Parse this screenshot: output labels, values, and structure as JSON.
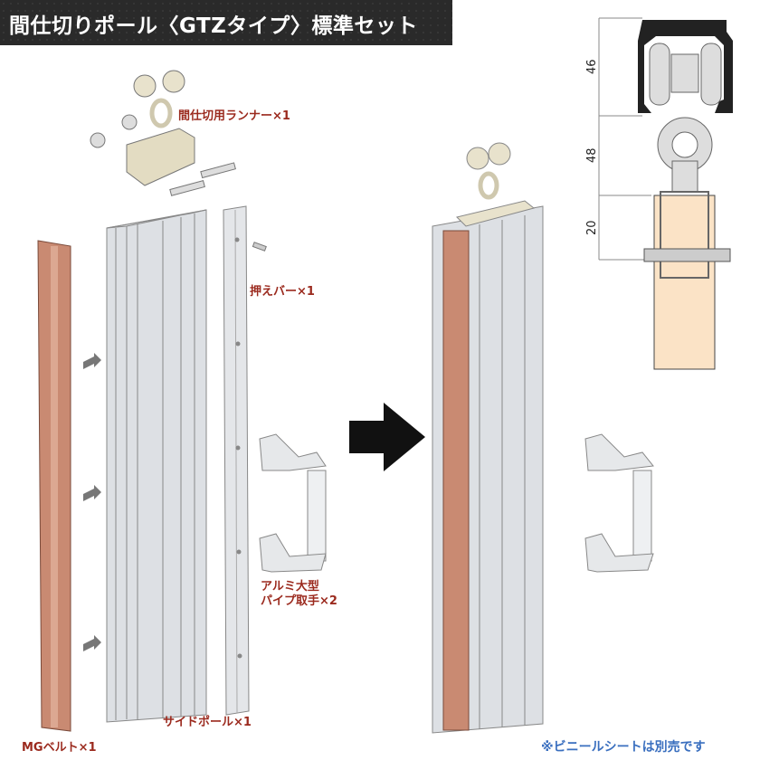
{
  "title": "間仕切りポール〈GTZタイプ〉標準セット",
  "labels": {
    "runner": "間仕切用ランナー×1",
    "press_bar": "押えバー×1",
    "handle_line1": "アルミ大型",
    "handle_line2": "パイプ取手×2",
    "mg_belt": "MGベルト×1",
    "side_pole": "サイドポール×1"
  },
  "note": "※ビニールシートは別売です",
  "dimensions": {
    "top": "46",
    "middle": "48",
    "bottom": "20"
  },
  "colors": {
    "label": "#9b2a1e",
    "note": "#3a6fbf",
    "belt": "#c98a72",
    "pole": "#dde0e4",
    "wood": "#fbe3c6"
  }
}
